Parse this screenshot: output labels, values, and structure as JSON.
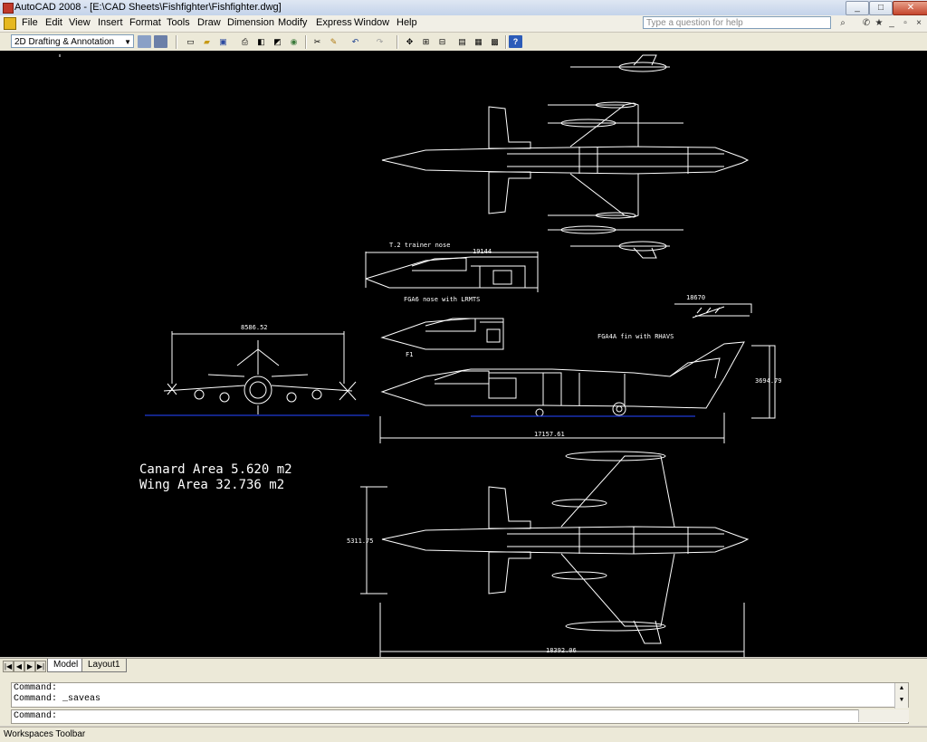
{
  "window": {
    "title": "AutoCAD 2008 - [E:\\CAD Sheets\\Fishfighter\\Fishfighter.dwg]",
    "minimize": "_",
    "restore": "□",
    "close": "✕"
  },
  "menu": {
    "items": [
      "File",
      "Edit",
      "View",
      "Insert",
      "Format",
      "Tools",
      "Draw",
      "Dimension",
      "Modify",
      "Express",
      "Window",
      "Help"
    ],
    "help_placeholder": "Type a question for help"
  },
  "toolbar": {
    "workspace": "2D Drafting & Annotation",
    "icons": [
      "workspace-settings-icon",
      "workspace-icon",
      "new-icon",
      "open-icon",
      "save-icon",
      "plot-icon",
      "plot-preview-icon",
      "publish-icon",
      "3d-dwf-icon",
      "cut-icon",
      "match-properties-icon",
      "undo-icon",
      "redo-icon",
      "pan-icon",
      "zoom-window-icon",
      "zoom-previous-icon",
      "properties-icon",
      "design-center-icon",
      "calculator-icon",
      "help-icon"
    ]
  },
  "drawing": {
    "labels": {
      "t2_nose": "T.2 trainer nose",
      "fga6_nose": "FGA6 nose with LRMTS",
      "f1": "F1",
      "fga4a_fin": "FGA4A fin with RHAVS",
      "canard_area": "Canard Area 5.620 m2",
      "wing_area": "Wing Area 32.736 m2"
    },
    "dimensions": {
      "d19144": "19144",
      "d18670": "18670",
      "d8586": "8586.52",
      "d3694": "3694.79",
      "d17157": "17157.61",
      "d5311": "5311.75",
      "d18392": "18392.06"
    },
    "colors": {
      "background": "#000000",
      "lines": "#ffffff",
      "ground": "#1f3bd6"
    }
  },
  "tabs": [
    "Model",
    "Layout1"
  ],
  "command": {
    "history": [
      "Command:",
      "Command:  _saveas"
    ],
    "prompt": "Command:"
  },
  "status": "Workspaces Toolbar"
}
